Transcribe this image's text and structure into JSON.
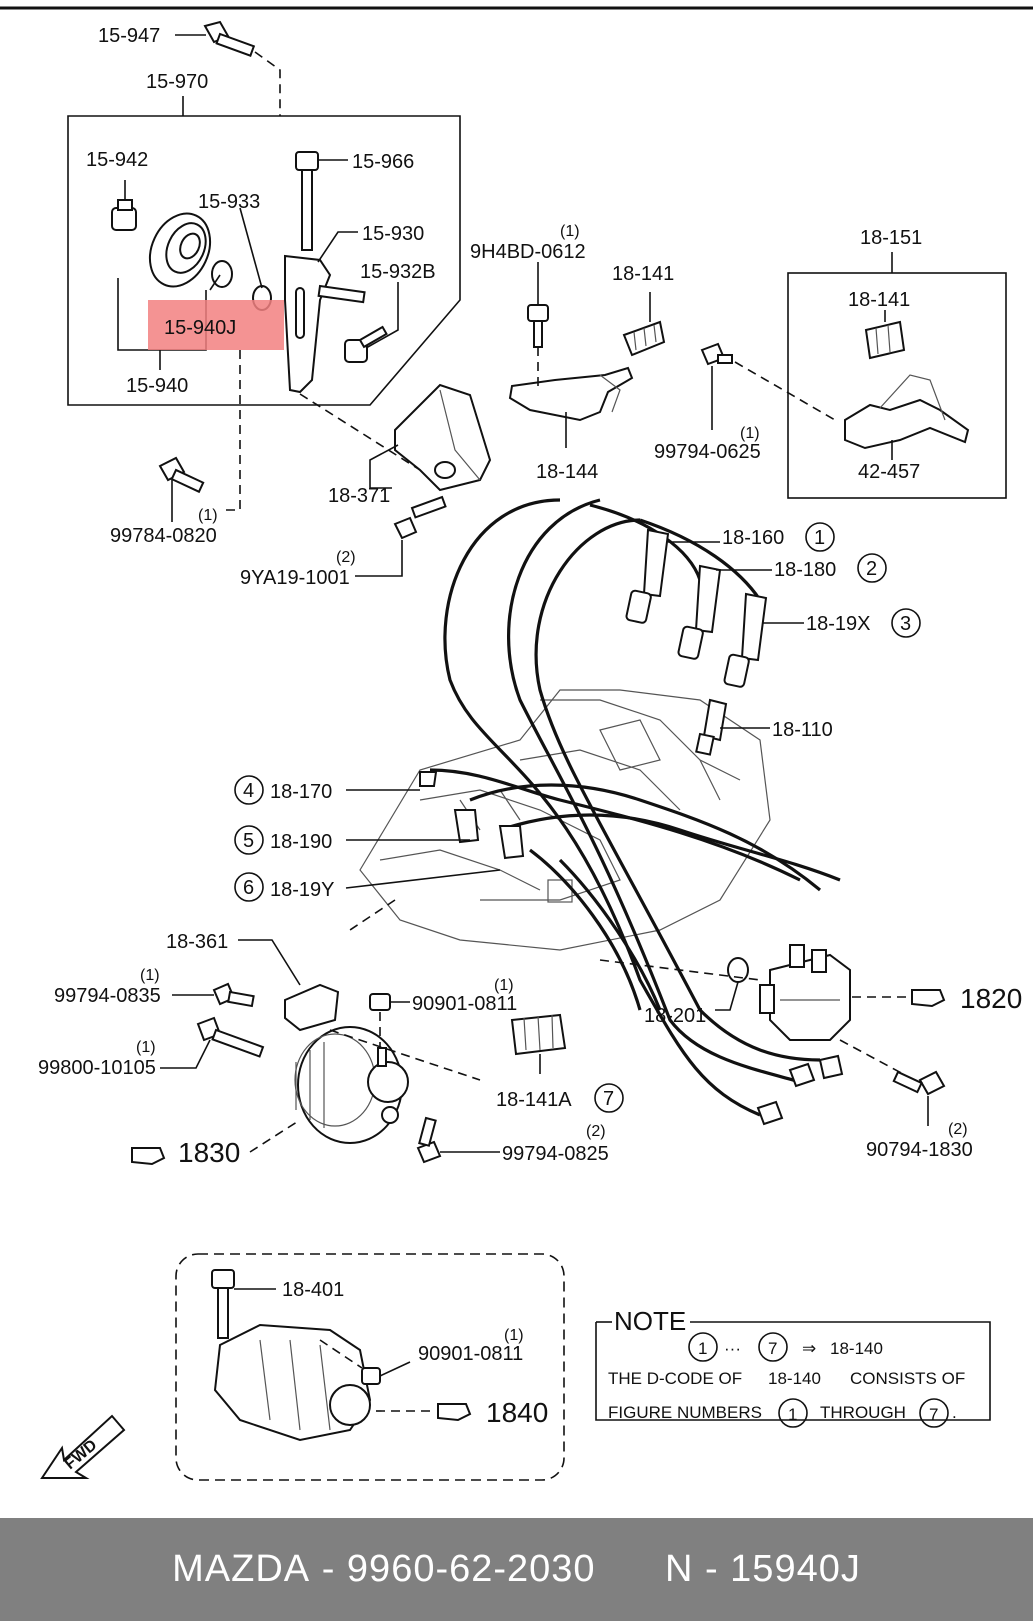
{
  "labels": {
    "p15947": "15-947",
    "p15970": "15-970",
    "p15942": "15-942",
    "p15966": "15-966",
    "p15933": "15-933",
    "p15930": "15-930",
    "p15932B": "15-932B",
    "p15940J": "15-940J",
    "p15940": "15-940",
    "p9H4BD": "9H4BD-0612",
    "q9H4BD": "(1)",
    "p18141a": "18-141",
    "p18151": "18-151",
    "p18141b": "18-141",
    "p18144": "18-144",
    "p99794_0625": "99794-0625",
    "q99794_0625": "(1)",
    "p42457": "42-457",
    "p18371": "18-371",
    "p99784": "99784-0820",
    "q99784": "(1)",
    "p9YA19": "9YA19-1001",
    "q9YA19": "(2)",
    "p18160": "18-160",
    "c18160": "1",
    "p18180": "18-180",
    "c18180": "2",
    "p1819X": "18-19X",
    "c1819X": "3",
    "p18110": "18-110",
    "c18170": "4",
    "p18170": "18-170",
    "c18190": "5",
    "p18190": "18-190",
    "c1819Y": "6",
    "p1819Y": "18-19Y",
    "p18361": "18-361",
    "p99794_0835": "99794-0835",
    "q99794_0835": "(1)",
    "p90901_0811a": "90901-0811",
    "q90901_0811a": "(1)",
    "p99800": "99800-10105",
    "q99800": "(1)",
    "p18201": "18-201",
    "p1820": "1820",
    "p18141A": "18-141A",
    "c18141A": "7",
    "p1830": "1830",
    "p99794_0825": "99794-0825",
    "q99794_0825": "(2)",
    "p90794": "90794-1830",
    "q90794": "(2)",
    "p18401": "18-401",
    "p90901_0811b": "90901-0811",
    "q90901_0811b": "(1)",
    "p1840": "1840",
    "fwd": "FWD"
  },
  "note": {
    "title": "NOTE",
    "range_start": "1",
    "range_sep": "···",
    "range_end": "7",
    "arrow": "⇒",
    "range_target": "18-140",
    "line2_a": "THE D-CODE OF",
    "line2_code": "18-140",
    "line2_b": "CONSISTS OF",
    "line3_a": "FIGURE NUMBERS",
    "line3_start": "1",
    "line3_mid": "THROUGH",
    "line3_end": "7",
    "line3_period": "."
  },
  "highlight": {
    "part": "15-940J",
    "color": "#f28080"
  },
  "footer": {
    "brand": "MAZDA",
    "sep1": " - ",
    "oem": "9960-62-2030",
    "gap": "      ",
    "nlabel": "N",
    "sep2": " - ",
    "part_no": "15940J"
  }
}
